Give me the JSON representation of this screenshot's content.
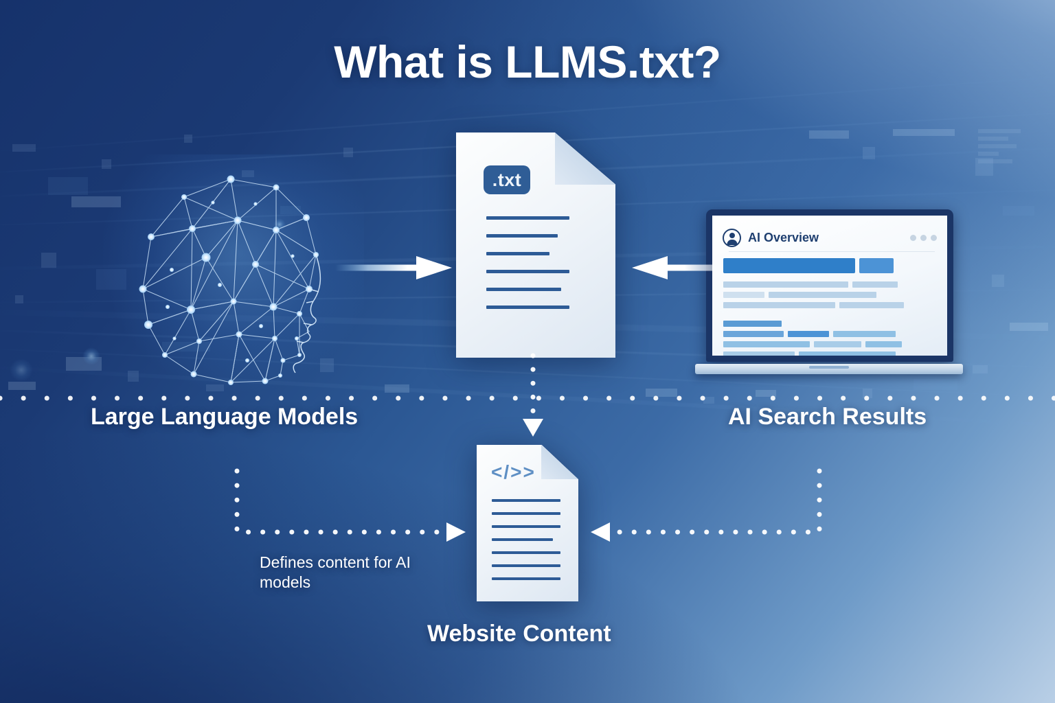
{
  "title": "What is LLMS.txt?",
  "nodes": {
    "llm": {
      "label": "Large Language Models",
      "icon": "neural-network-head-icon"
    },
    "txt_file": {
      "badge": ".txt",
      "icon": "text-document-icon",
      "line_widths": [
        84,
        72,
        64,
        84,
        76,
        84
      ]
    },
    "ai_results": {
      "label": "AI Search Results",
      "icon": "laptop-icon"
    },
    "website": {
      "label": "Website Content",
      "badge": "</>>",
      "icon": "code-document-icon",
      "line_widths": [
        82,
        82,
        82,
        76,
        82,
        82,
        82
      ]
    }
  },
  "browser": {
    "header_title": "AI Overview",
    "avatar_icon": "user-circle-icon",
    "window_dots": 3,
    "content_rows": [
      [
        {
          "w": 61,
          "c": "#2f7fc9"
        },
        {
          "w": 16,
          "c": "#4c93d6"
        }
      ],
      [
        {
          "w": 58,
          "c": "#b9d2e8"
        },
        {
          "w": 21,
          "c": "#b9d2e8"
        }
      ],
      [
        {
          "w": 19,
          "c": "#cfe0ef"
        },
        {
          "w": 50,
          "c": "#b9d2e8"
        }
      ],
      [
        {
          "w": 52,
          "c": "#b9d2e8"
        },
        {
          "w": 30,
          "c": "#b9d2e8"
        }
      ],
      [
        {
          "w": 27,
          "c": "#5a9bd4"
        }
      ],
      [
        {
          "w": 28,
          "c": "#6aa5da"
        },
        {
          "w": 19,
          "c": "#4c93d6"
        },
        {
          "w": 29,
          "c": "#8fc0e4"
        }
      ],
      [
        {
          "w": 40,
          "c": "#8fc0e4"
        },
        {
          "w": 22,
          "c": "#a8cce8"
        },
        {
          "w": 17,
          "c": "#8fc0e4"
        }
      ],
      [
        {
          "w": 33,
          "c": "#a8cce8"
        },
        {
          "w": 45,
          "c": "#8fc0e4"
        }
      ]
    ]
  },
  "connectors": {
    "llm_to_txt": {
      "style": "solid",
      "direction": "right",
      "name": "arrow-llm-to-txt"
    },
    "ai_to_txt": {
      "style": "solid",
      "direction": "left",
      "name": "arrow-ai-to-txt"
    },
    "txt_to_website": {
      "style": "dotted",
      "direction": "down",
      "name": "arrow-txt-to-website"
    },
    "llm_to_website": {
      "style": "dotted",
      "direction": "right",
      "name": "arrow-llm-to-website",
      "caption": "Defines content for\nAI models"
    },
    "ai_to_website": {
      "style": "dotted",
      "direction": "left",
      "name": "arrow-ai-to-website"
    },
    "horizontal_rail": {
      "style": "dotted",
      "name": "dotted-rail-horizontal"
    }
  },
  "captions": {
    "defines": "Defines content for AI models"
  },
  "colors": {
    "bg_dark": "#16326b",
    "bg_light": "#b9cfe6",
    "accent_blue": "#2f7fc9",
    "doc_line": "#2d5b96",
    "badge_bg": "#2f5d96",
    "text_white": "#ffffff",
    "laptop_frame": "#1b3566"
  }
}
